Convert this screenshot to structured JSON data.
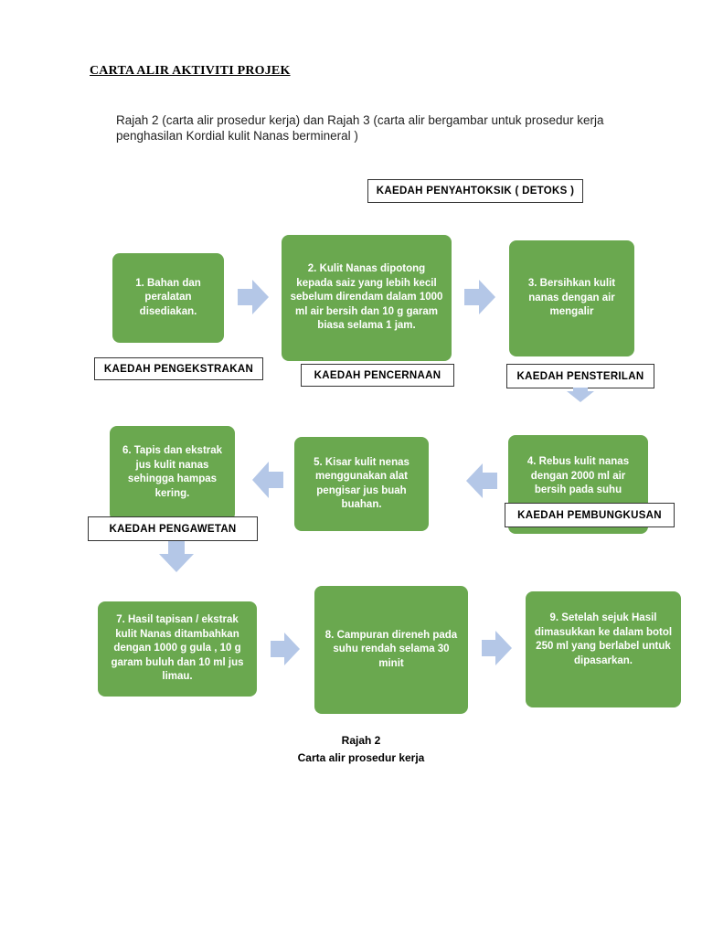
{
  "title": "CARTA ALIR AKTIVITI PROJEK",
  "intro": "Rajah 2 (carta alir prosedur kerja) dan Rajah 3 (carta alir bergambar untuk prosedur kerja penghasilan Kordial kulit Nanas bermineral )",
  "steps": [
    "1. Bahan dan peralatan disediakan.",
    "2. Kulit Nanas dipotong kepada saiz yang lebih kecil sebelum direndam dalam 1000 ml air bersih dan 10 g garam biasa selama 1 jam.",
    "3. Bersihkan kulit nanas dengan air mengalir",
    "4. Rebus kulit nanas dengan 2000 ml air bersih pada suhu",
    "5. Kisar kulit nenas menggunakan alat pengisar jus buah buahan.",
    "6. Tapis dan ekstrak jus kulit nanas  sehingga hampas kering.",
    "7. Hasil tapisan / ekstrak kulit Nanas ditambahkan dengan 1000 g gula , 10 g garam buluh dan 10 ml jus limau.",
    "8. Campuran direneh pada suhu rendah selama 30 minit",
    "9. Setelah sejuk Hasil dimasukkan ke dalam botol 250 ml yang berlabel untuk dipasarkan."
  ],
  "labels": {
    "detoks": "KAEDAH PENYAHTOKSIK ( DETOKS )",
    "pengekstrakan": "KAEDAH PENGEKSTRAKAN",
    "pencernaan": "KAEDAH PENCERNAAN",
    "pensterilan": "KAEDAH PENSTERILAN",
    "pengawetan": "KAEDAH PENGAWETAN",
    "pembungkusan": "KAEDAH PEMBUNGKUSAN"
  },
  "caption": {
    "figure": "Rajah 2",
    "description": "Carta alir prosedur kerja"
  },
  "colors": {
    "box_fill": "#6aa84f",
    "arrow_fill": "#b4c7e7"
  }
}
